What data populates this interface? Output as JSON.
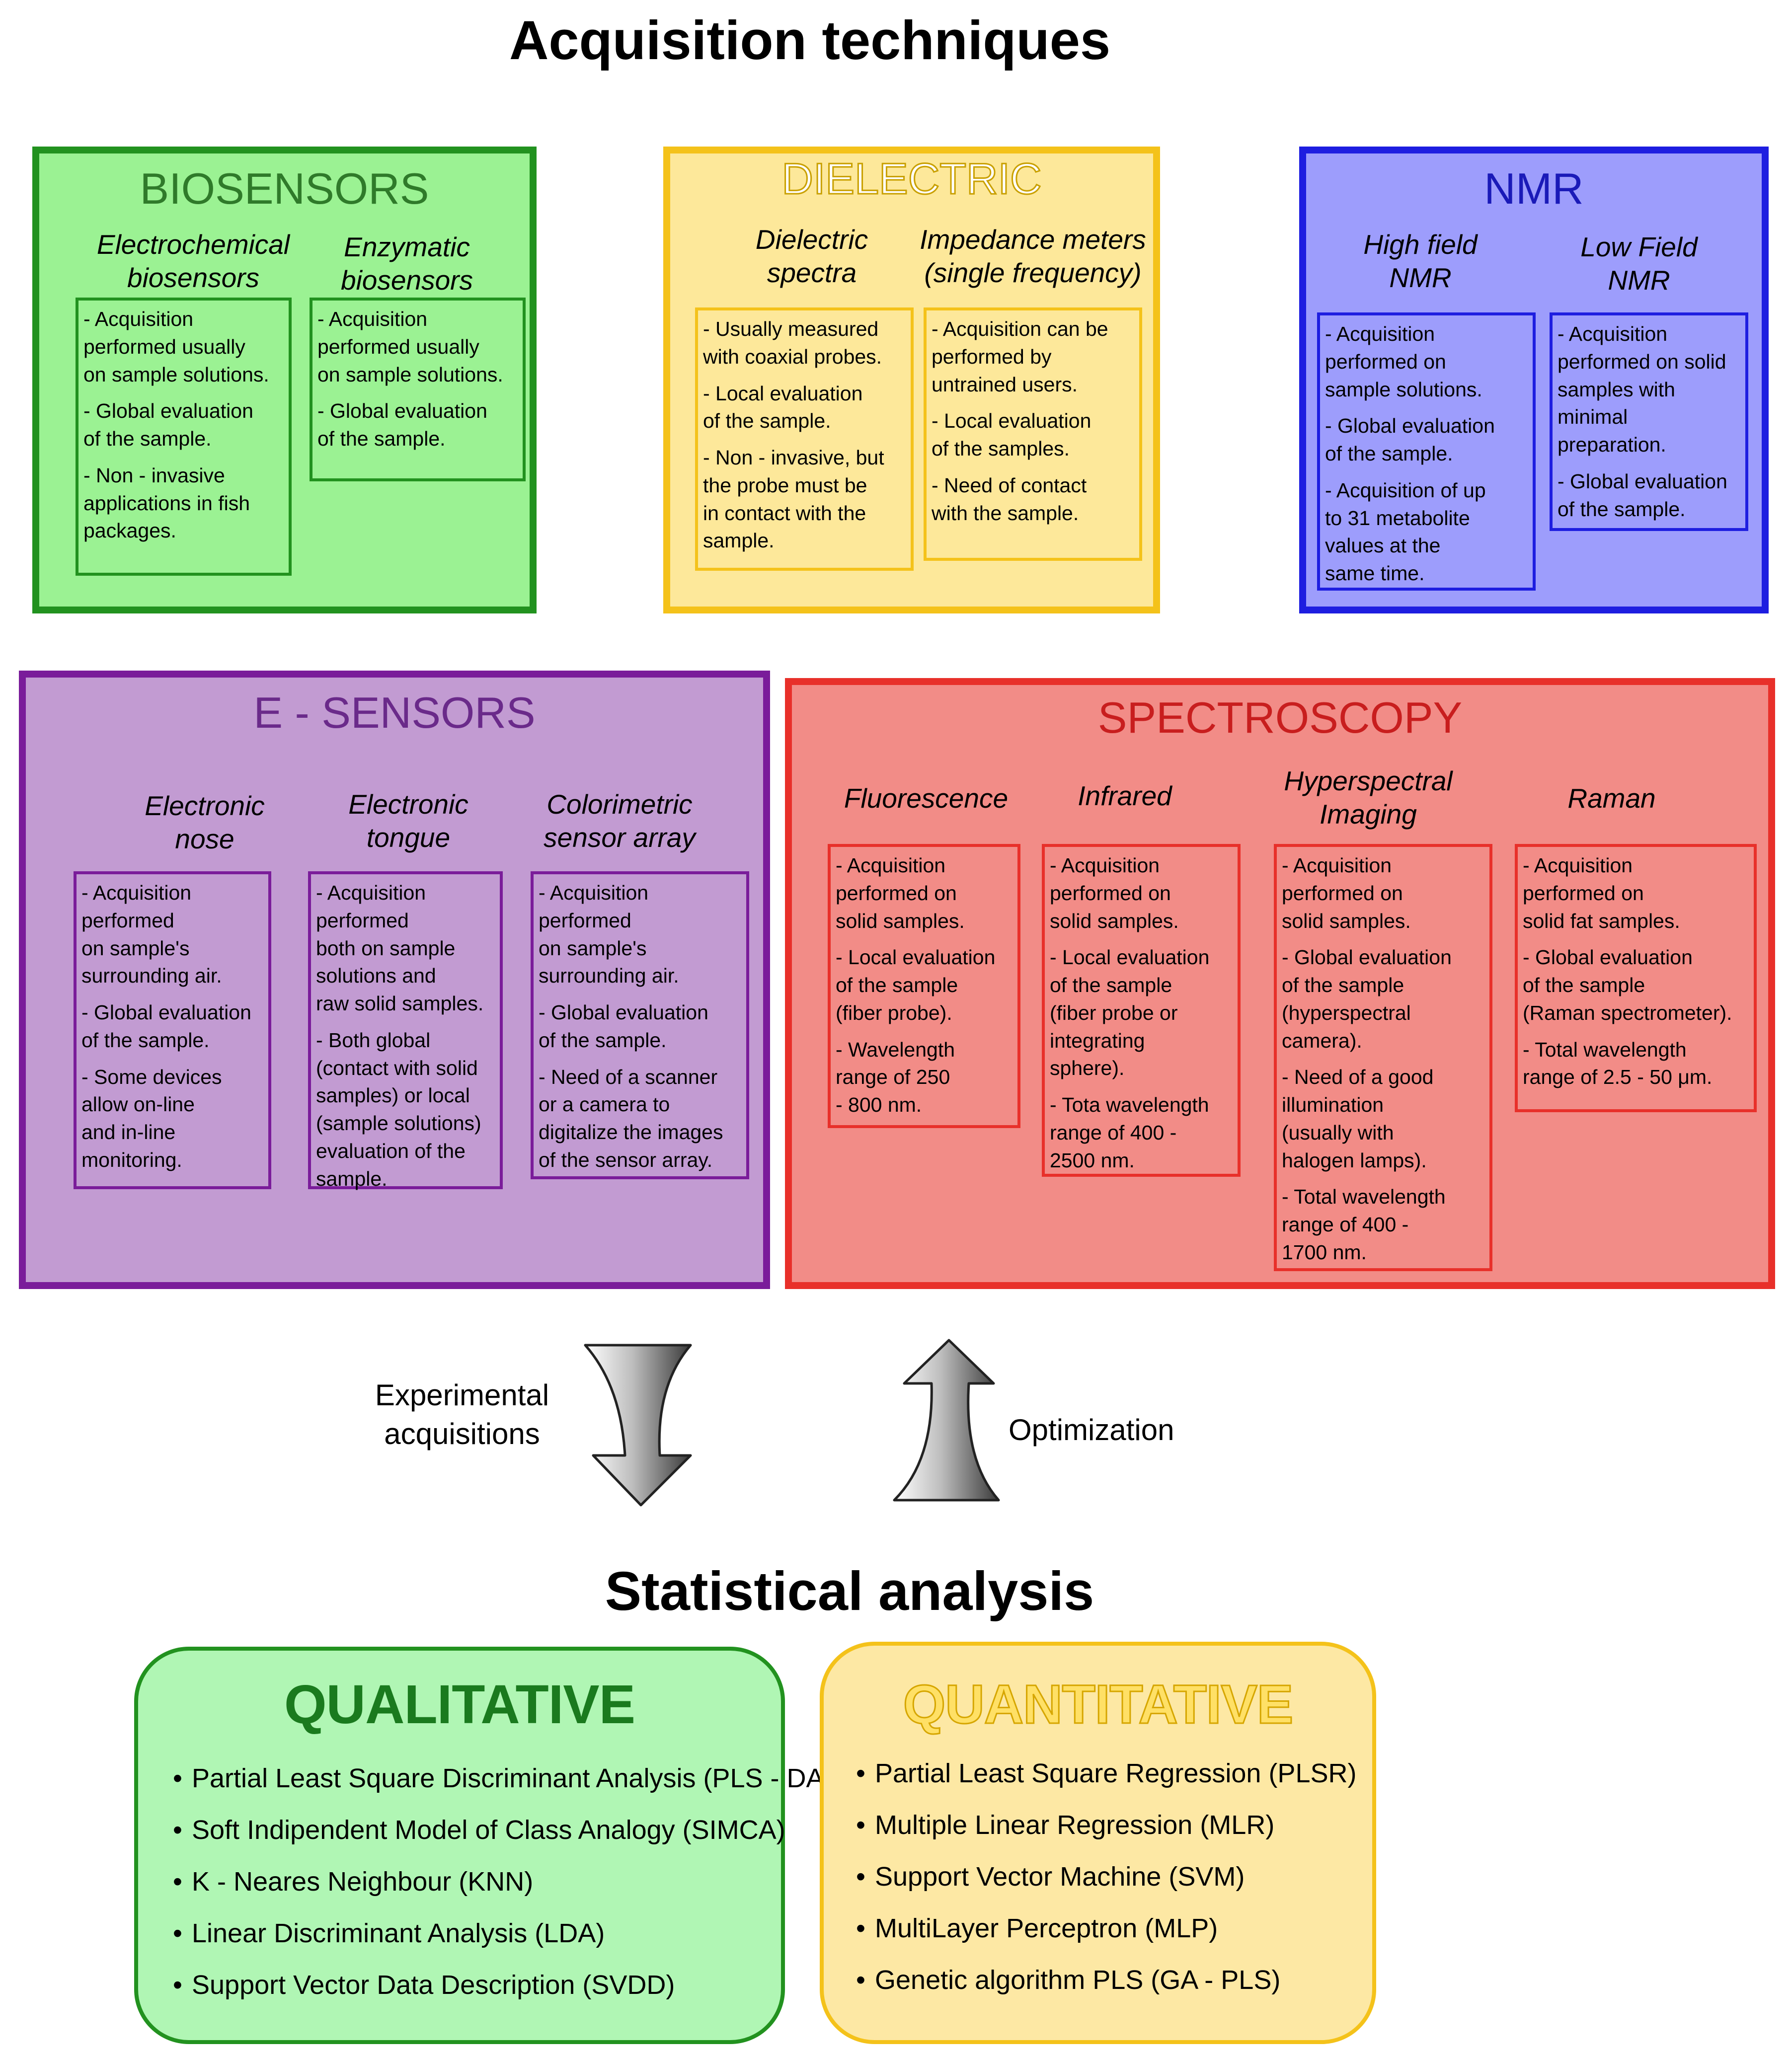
{
  "title": "Acquisition techniques",
  "stat_title": "Statistical analysis",
  "colors": {
    "biosensors_fill": "#9bf293",
    "biosensors_border": "#22921f",
    "biosensors_text": "#2f7a2a",
    "dielectric_fill": "#fde89a",
    "dielectric_border": "#f4c21a",
    "nmr_fill": "#9d9dfc",
    "nmr_border": "#1e1ee0",
    "nmr_text": "#1a1ab8",
    "esensors_fill": "#c29bd2",
    "esensors_border": "#7a1c9a",
    "esensors_text": "#6a2a8a",
    "spectroscopy_fill": "#f28c87",
    "spectroscopy_border": "#e8302a",
    "spectroscopy_text": "#c81e1e",
    "qualitative_fill": "#b0f6b4",
    "qualitative_border": "#22921f",
    "qualitative_text": "#1a7a1e",
    "quantitative_fill": "#fde8a4",
    "quantitative_border": "#f4c21a",
    "quantitative_text": "#d6a600"
  },
  "biosensors": {
    "title": "BIOSENSORS",
    "electrochemical": {
      "label": "Electrochemical\nbiosensors",
      "points": [
        "- Acquisition\nperformed usually\non sample solutions.",
        "- Global evaluation\nof the sample.",
        "- Non - invasive\napplications in fish\npackages."
      ]
    },
    "enzymatic": {
      "label": "Enzymatic\nbiosensors",
      "points": [
        "- Acquisition\nperformed usually\non sample solutions.",
        "- Global evaluation\nof the sample."
      ]
    }
  },
  "dielectric": {
    "title": "DIELECTRIC",
    "spectra": {
      "label": "Dielectric\nspectra",
      "points": [
        "- Usually measured\nwith coaxial probes.",
        "- Local evaluation\nof the sample.",
        "- Non - invasive, but\nthe probe must be\nin contact with the\nsample."
      ]
    },
    "impedance": {
      "label": "Impedance meters\n(single frequency)",
      "points": [
        "- Acquisition can be\nperformed by\nuntrained users.",
        "- Local evaluation\nof the samples.",
        "- Need of contact\nwith the sample."
      ]
    }
  },
  "nmr": {
    "title": "NMR",
    "high": {
      "label": "High field\nNMR",
      "points": [
        "- Acquisition\nperformed on\nsample solutions.",
        "- Global evaluation\nof the sample.",
        "- Acquisition of up\nto 31 metabolite\nvalues at the\nsame time."
      ]
    },
    "low": {
      "label": "Low Field\nNMR",
      "points": [
        "- Acquisition\nperformed on solid\nsamples with\nminimal\npreparation.",
        "- Global evaluation\nof the sample."
      ]
    }
  },
  "esensors": {
    "title": "E - SENSORS",
    "nose": {
      "label": "Electronic\nnose",
      "points": [
        "- Acquisition\nperformed\n on sample's\nsurrounding air.",
        "- Global evaluation\nof the sample.",
        "- Some devices\nallow on-line\nand in-line\nmonitoring."
      ]
    },
    "tongue": {
      "label": "Electronic\ntongue",
      "points": [
        "- Acquisition\nperformed\nboth on sample\nsolutions and\nraw solid samples.",
        "- Both global\n(contact with solid\nsamples) or local\n(sample solutions)\nevaluation of the\nsample."
      ]
    },
    "colorimetric": {
      "label": "Colorimetric\nsensor array",
      "points": [
        "- Acquisition\nperformed\n on sample's\nsurrounding air.",
        "- Global evaluation\nof the sample.",
        "- Need of a scanner\nor a camera to\ndigitalize the images\nof the sensor array."
      ]
    }
  },
  "spectroscopy": {
    "title": "SPECTROSCOPY",
    "fluorescence": {
      "label": "Fluorescence",
      "points": [
        "- Acquisition\nperformed on\nsolid samples.",
        "- Local evaluation\n of the sample\n(fiber probe).",
        "- Wavelength\nrange of 250\n- 800 nm."
      ]
    },
    "infrared": {
      "label": "Infrared",
      "points": [
        "- Acquisition\nperformed on\nsolid samples.",
        "- Local evaluation\nof the sample\n(fiber probe or\nintegrating\nsphere).",
        "- Tota wavelength\nrange of 400 -\n2500 nm."
      ]
    },
    "hyperspectral": {
      "label": "Hyperspectral\nImaging",
      "points": [
        "- Acquisition\nperformed on\nsolid samples.",
        "- Global evaluation\nof the sample\n(hyperspectral\ncamera).",
        "- Need of a good\nillumination\n(usually with\nhalogen lamps).",
        "- Total wavelength\nrange of 400 -\n1700 nm."
      ]
    },
    "raman": {
      "label": "Raman",
      "points": [
        "- Acquisition\nperformed on\nsolid fat samples.",
        "- Global evaluation\nof the sample\n(Raman spectrometer).",
        "- Total wavelength\nrange of 2.5 - 50 μm."
      ]
    }
  },
  "flow": {
    "down_label": "Experimental\nacquisitions",
    "up_label": "Optimization"
  },
  "qualitative": {
    "title": "QUALITATIVE",
    "items": [
      "Partial Least Square Discriminant Analysis (PLS - DA)",
      "Soft Indipendent Model of Class Analogy (SIMCA)",
      "K - Neares Neighbour (KNN)",
      "Linear Discriminant Analysis (LDA)",
      "Support Vector Data Description (SVDD)"
    ]
  },
  "quantitative": {
    "title": "QUANTITATIVE",
    "items": [
      "Partial Least Square Regression (PLSR)",
      "Multiple Linear Regression (MLR)",
      "Support Vector Machine (SVM)",
      "MultiLayer Perceptron (MLP)",
      "Genetic algorithm PLS (GA - PLS)"
    ]
  }
}
